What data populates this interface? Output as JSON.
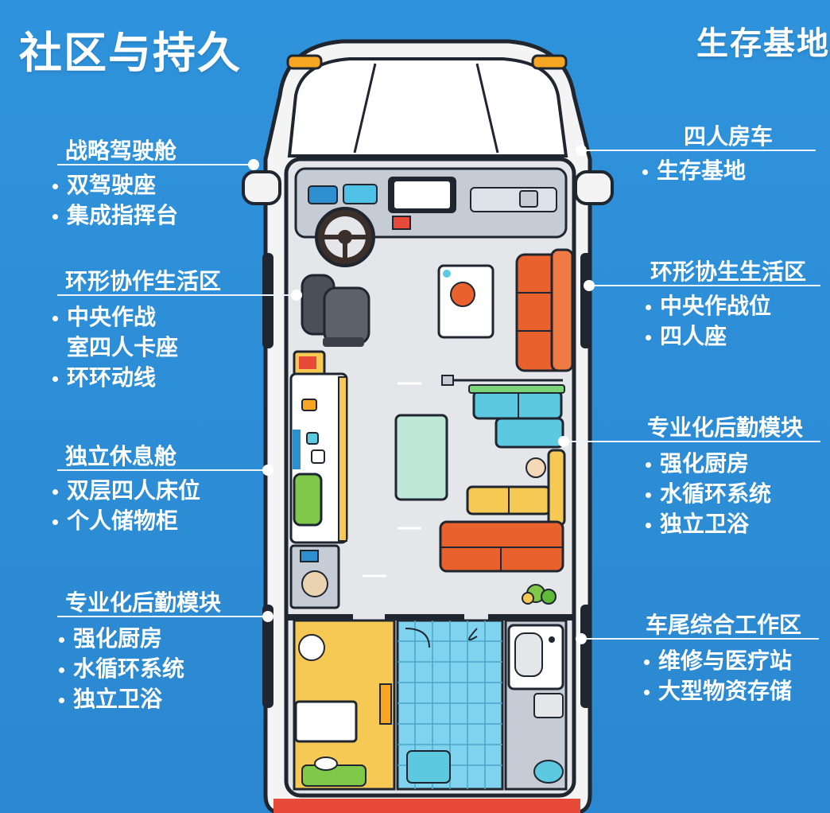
{
  "title": "社区与持久",
  "subtitle": "生存基地",
  "left_sections": [
    {
      "heading": "战略驾驶舱",
      "items": [
        "双驾驶座",
        "集成指挥台"
      ]
    },
    {
      "heading": "环形协作生活区",
      "items": [
        "中央作战",
        "室四人卡座",
        "环环动线"
      ]
    },
    {
      "heading": "独立休息舱",
      "items": [
        "双层四人床位",
        "个人储物柜"
      ]
    },
    {
      "heading": "专业化后勤模块",
      "items": [
        "强化厨房",
        "水循环系统",
        "独立卫浴"
      ]
    }
  ],
  "right_sections": [
    {
      "heading": "四人房车",
      "items": [
        "生存基地"
      ]
    },
    {
      "heading": "环形协生生活区",
      "items": [
        "中央作战位",
        "四人座"
      ]
    },
    {
      "heading": "专业化后勤模块",
      "items": [
        "强化厨房",
        "水循环系统",
        "独立卫浴"
      ]
    },
    {
      "heading": "车尾综合工作区",
      "items": [
        "维修与医疗站",
        "大型物资存储"
      ]
    }
  ],
  "colors": {
    "background": "#2f8fd8",
    "sofa_orange": "#e9622e",
    "seat_cyan": "#5cc9e0",
    "kitchen_yellow": "#f6c955",
    "floor_gray": "#e4e6ea"
  }
}
